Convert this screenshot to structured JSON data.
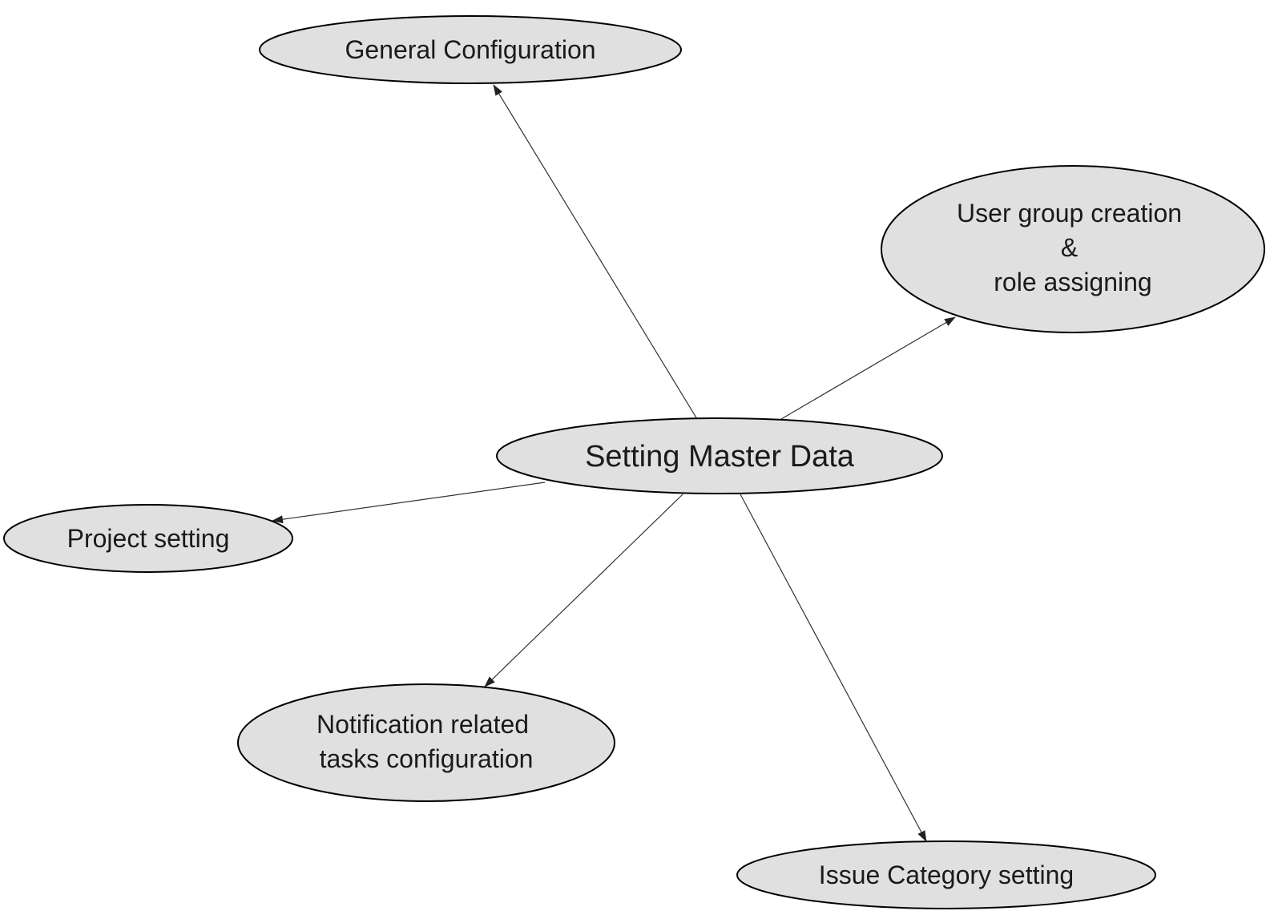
{
  "diagram": {
    "center": {
      "lines": [
        "Setting Master Data"
      ]
    },
    "nodes": {
      "general": {
        "lines": [
          "General Configuration"
        ]
      },
      "usergroup": {
        "lines": [
          "User group creation",
          "&",
          "role assigning"
        ]
      },
      "project": {
        "lines": [
          "Project setting"
        ]
      },
      "notification": {
        "lines": [
          "Notification related",
          "tasks configuration"
        ]
      },
      "issue": {
        "lines": [
          "Issue Category setting"
        ]
      }
    },
    "edges": [
      {
        "from": "center",
        "to": "general"
      },
      {
        "from": "center",
        "to": "usergroup"
      },
      {
        "from": "center",
        "to": "project"
      },
      {
        "from": "center",
        "to": "notification"
      },
      {
        "from": "center",
        "to": "issue"
      }
    ],
    "colors": {
      "node_fill": "#e0e0e0",
      "node_stroke": "#000000",
      "edge": "#333333"
    }
  }
}
